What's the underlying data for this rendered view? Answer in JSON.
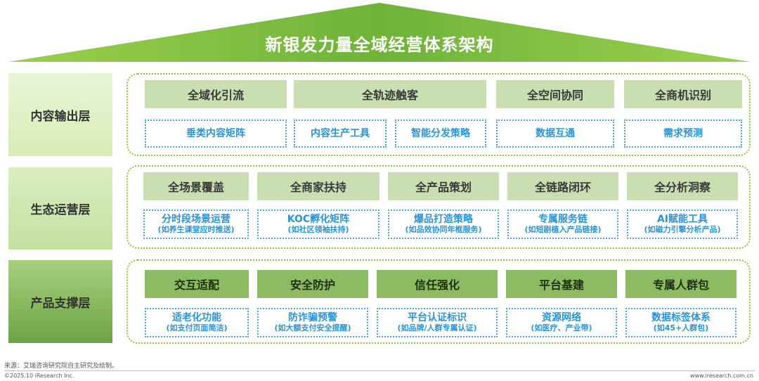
{
  "title": "新银发力量全域经营体系架构",
  "colors": {
    "accent": "#8cc63f",
    "dark_green": "#5a8f35",
    "blue": "#2a94d4",
    "header_bg": "#c9dfb1"
  },
  "layers": [
    {
      "label": "内容输出层",
      "heads": [
        "全域化引流",
        "全轨迹触客",
        "全空间协同",
        "全商机识别"
      ],
      "subs": [
        {
          "line1": "垂类内容矩阵"
        },
        {
          "line1": "内容生产工具"
        },
        {
          "line1": "智能分发策略"
        },
        {
          "line1": "数据互通"
        },
        {
          "line1": "需求预测"
        }
      ]
    },
    {
      "label": "生态运营层",
      "heads": [
        "全场景覆盖",
        "全商家扶持",
        "全产品策划",
        "全链路闭环",
        "全分析洞察"
      ],
      "subs": [
        {
          "line1": "分时段场景运营",
          "line2": "(如养生课堂应时推送)"
        },
        {
          "line1": "KOC孵化矩阵",
          "line2": "(如社区领袖扶持)"
        },
        {
          "line1": "爆品打造策略",
          "line2": "(如品效协同年框服务)"
        },
        {
          "line1": "专属服务链",
          "line2": "(如短剧植入产品链接)"
        },
        {
          "line1": "AI赋能工具",
          "line2": "(如磁力引擎分析产品)"
        }
      ]
    },
    {
      "label": "产品支撑层",
      "heads": [
        "交互适配",
        "安全防护",
        "信任强化",
        "平台基建",
        "专属人群包"
      ],
      "subs": [
        {
          "line1": "适老化功能",
          "line2": "(如支付页面简洁)"
        },
        {
          "line1": "防诈骗预警",
          "line2": "(如大额支付安全提醒)"
        },
        {
          "line1": "平台认证标识",
          "line2": "(如品牌/人群专属认证)"
        },
        {
          "line1": "资源网络",
          "line2": "(如医疗、产业带)"
        },
        {
          "line1": "数据标签体系",
          "line2": "(如45+人群包)"
        }
      ]
    }
  ],
  "footer": {
    "source": "来源：艾瑞咨询研究院自主研究及绘制。",
    "copyright": "©2025.10 iResearch Inc.",
    "url": "www.iresearch.com.cn"
  }
}
